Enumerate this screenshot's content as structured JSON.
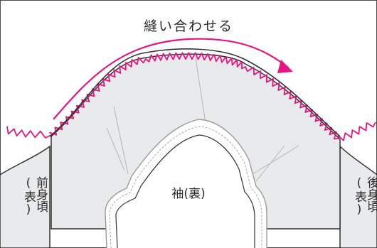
{
  "title": "縫い合わせる",
  "sleeve_label": "袖(裏)",
  "front_label": "前身頃(表)",
  "back_label": "後身頃(表)",
  "colors": {
    "accent": "#e6157f",
    "garment": "#e9eaec",
    "outline": "#333333",
    "seam": "#9a9a9a",
    "frame": "#4a4a4a"
  }
}
